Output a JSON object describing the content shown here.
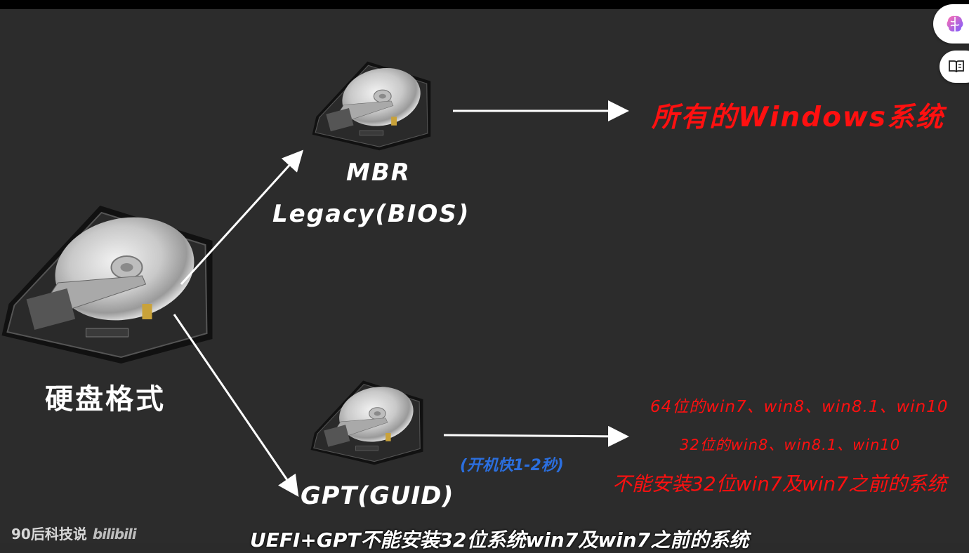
{
  "diagram": {
    "root": "硬盘格式",
    "mbr_title": "MBR",
    "mbr_subtitle": "Legacy(BIOS)",
    "mbr_result": "所有的Windows系统",
    "gpt_title": "GPT(GUID)",
    "gpt_note": "(开机快1-2秒)",
    "gpt_results": [
      "64位的win7、win8、win8.1、win10",
      "32位的win8、win8.1、win10",
      "不能安装32位win7及win7之前的系统"
    ]
  },
  "subtitle": "UEFI+GPT不能安装32位系统win7及win7之前的系统",
  "watermark": {
    "channel": "90后科技说",
    "site": "bilibili"
  },
  "side_tools": [
    {
      "icon": "brain-icon"
    },
    {
      "icon": "book-icon"
    }
  ],
  "colors": {
    "background": "#2c2c2c",
    "highlight_red": "#ff1010",
    "note_blue": "#2b6fdf",
    "text_white": "#ffffff"
  }
}
